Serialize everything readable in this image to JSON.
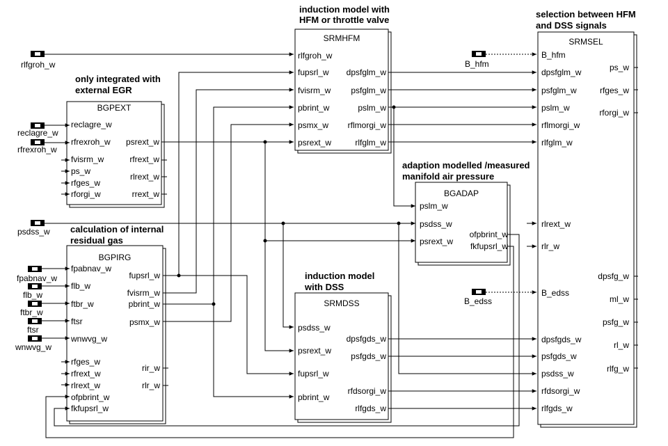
{
  "captions": {
    "hfm": [
      "induction model with",
      "HFM or throttle valve"
    ],
    "sel": [
      "selection between HFM",
      "and DSS signals"
    ],
    "pext": [
      "only integrated with",
      "external EGR"
    ],
    "adap": [
      "adaption modelled /measured",
      "manifold air pressure"
    ],
    "pirg": [
      "calculation of internal",
      "residual gas"
    ],
    "dss": [
      "induction model",
      "with DSS"
    ]
  },
  "blocks": {
    "srmhfm": {
      "title": "SRMHFM",
      "inputs": [
        "rlfgroh_w",
        "fupsrl_w",
        "fvisrm_w",
        "pbrint_w",
        "psmx_w",
        "psrext_w"
      ],
      "outputs": [
        "dpsfglm_w",
        "psfglm_w",
        "pslm_w",
        "rflmorgi_w",
        "rlfglm_w"
      ]
    },
    "srmsel": {
      "title": "SRMSEL",
      "inputs": [
        "B_hfm",
        "dpsfglm_w",
        "psfglm_w",
        "pslm_w",
        "rflmorgi_w",
        "rlfglm_w",
        "rlrext_w",
        "rlr_w",
        "B_edss",
        "dpsfgds_w",
        "psfgds_w",
        "psdss_w",
        "rfdsorgi_w",
        "rlfgds_w"
      ],
      "outputs": [
        "ps_w",
        "rfges_w",
        "rforgi_w",
        "dpsfg_w",
        "ml_w",
        "psfg_w",
        "rl_w",
        "rlfg_w"
      ]
    },
    "bgpext": {
      "title": "BGPEXT",
      "inputs": [
        "reclagre_w",
        "rfrexroh_w",
        "fvisrm_w",
        "ps_w",
        "rfges_w",
        "rforgi_w"
      ],
      "outputs": [
        "psrext_w",
        "rfrext_w",
        "rlrext_w",
        "rrext_w"
      ]
    },
    "bgadap": {
      "title": "BGADAP",
      "inputs": [
        "pslm_w",
        "psdss_w",
        "psrext_w"
      ],
      "outputs": [
        "ofpbrint_w",
        "fkfupsrl_w"
      ]
    },
    "bgpirg": {
      "title": "BGPIRG",
      "inputs": [
        "fpabnav_w",
        "flb_w",
        "ftbr_w",
        "ftsr",
        "wnwvg_w",
        "rfges_w",
        "rfrext_w",
        "rlrext_w",
        "ofpbrint_w",
        "fkfupsrl_w"
      ],
      "outputs": [
        "fupsrl_w",
        "fvisrm_w",
        "pbrint_w",
        "psmx_w",
        "rir_w",
        "rlr_w"
      ]
    },
    "srmdss": {
      "title": "SRMDSS",
      "inputs": [
        "psdss_w",
        "psrext_w",
        "fupsrl_w",
        "pbrint_w"
      ],
      "outputs": [
        "dpsfgds_w",
        "psfgds_w",
        "rfdsorgi_w",
        "rlfgds_w"
      ]
    }
  },
  "external_inputs": [
    "rlfgroh_w",
    "reclagre_w",
    "rfrexroh_w",
    "psdss_w",
    "fpabnav_w",
    "flb_w",
    "ftbr_w",
    "ftsr",
    "wnwvg_w",
    "B_hfm",
    "B_edss"
  ]
}
